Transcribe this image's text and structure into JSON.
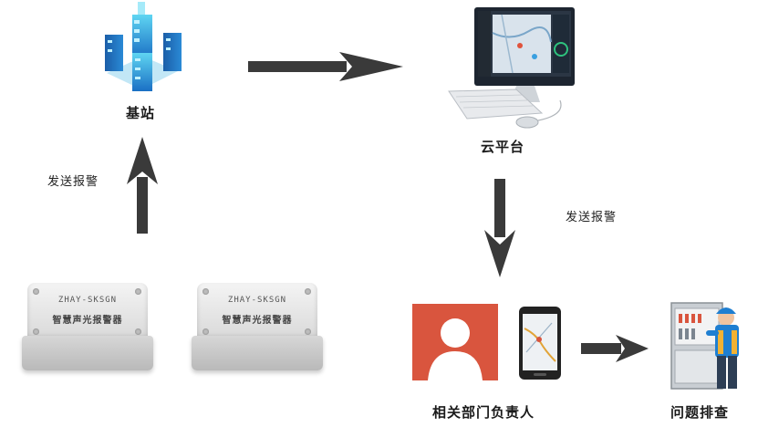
{
  "nodes": {
    "base_station": "基站",
    "cloud_platform": "云平台",
    "responsible_person": "相关部门负责人",
    "troubleshoot": "问题排查"
  },
  "edges": {
    "send_alarm_up": "发送报警",
    "send_alarm_down": "发送报警"
  },
  "sensors": [
    {
      "line1": "ZHAY-SKSGN",
      "line2": "智慧声光报警器"
    },
    {
      "line1": "ZHAY-SKSGN",
      "line2": "智慧声光报警器"
    }
  ],
  "colors": {
    "arrow": "#3a3a3a",
    "server_blue": "#1f7fd1",
    "server_cyan": "#35c6e6",
    "contact_red": "#d9553e",
    "phone_dark": "#222222"
  },
  "icons": [
    "server-cluster-icon",
    "computer-monitor-icon",
    "contact-card-icon",
    "smartphone-icon",
    "worker-at-panel-icon",
    "alarm-sensor-icon"
  ]
}
